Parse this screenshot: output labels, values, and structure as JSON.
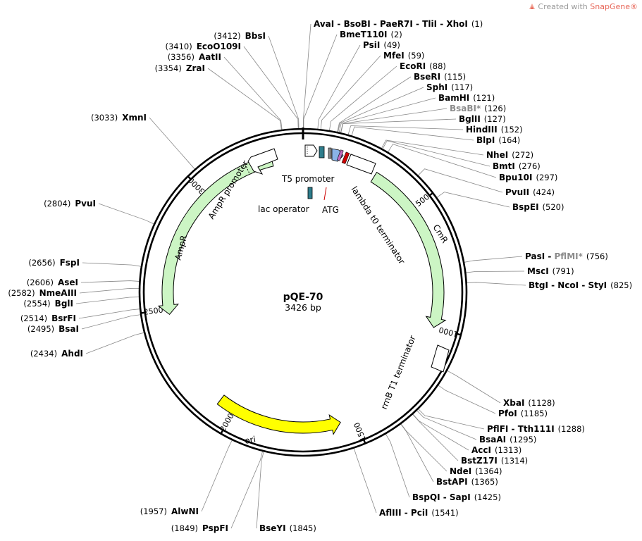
{
  "header": {
    "brand_prefix": "Created with",
    "brand_name": "SnapGene®"
  },
  "plasmid": {
    "name": "pQE-70",
    "length_label": "3426 bp",
    "length": 3426
  },
  "backbone_ticks": [
    {
      "pos": 500,
      "label": "500"
    },
    {
      "pos": 1000,
      "label": "1000"
    },
    {
      "pos": 1500,
      "label": "1500"
    },
    {
      "pos": 2000,
      "label": "2000"
    },
    {
      "pos": 2500,
      "label": "2500"
    },
    {
      "pos": 3000,
      "label": "3000"
    }
  ],
  "features": [
    {
      "id": "ampr",
      "label": "AmpR",
      "start": 3300,
      "end": 2480,
      "dir": -1,
      "color": "#ccf5c4"
    },
    {
      "id": "cmr",
      "label": "CmR",
      "start": 300,
      "end": 1000,
      "dir": 1,
      "color": "#ccf5c4"
    },
    {
      "id": "ori",
      "label": "ori",
      "start": 2070,
      "end": 1560,
      "dir": -1,
      "color": "#ffff00"
    }
  ],
  "feature_labels": [
    {
      "id": "ampr-promoter",
      "label": "AmpR promoter"
    },
    {
      "id": "t5-promoter",
      "label": "T5 promoter"
    },
    {
      "id": "lac-operator",
      "label": "lac operator"
    },
    {
      "id": "atg",
      "label": "ATG"
    },
    {
      "id": "lambda-t0",
      "label": "lambda t0 terminator"
    },
    {
      "id": "rrnb-t1",
      "label": "rrnB T1 terminator"
    }
  ],
  "sites": [
    {
      "name": "AvaI - BsoBI - PaeR7I - TliI - XhoI",
      "pos_label": "(1)",
      "pos": 1,
      "side": "right"
    },
    {
      "name": "BmeT110I",
      "pos_label": "(2)",
      "pos": 2,
      "side": "right"
    },
    {
      "name": "PsiI",
      "pos_label": "(49)",
      "pos": 49,
      "side": "right"
    },
    {
      "name": "MfeI",
      "pos_label": "(59)",
      "pos": 59,
      "side": "right"
    },
    {
      "name": "EcoRI",
      "pos_label": "(88)",
      "pos": 88,
      "side": "right"
    },
    {
      "name": "BseRI",
      "pos_label": "(115)",
      "pos": 115,
      "side": "right"
    },
    {
      "name": "SphI",
      "pos_label": "(117)",
      "pos": 117,
      "side": "right"
    },
    {
      "name": "BamHI",
      "pos_label": "(121)",
      "pos": 121,
      "side": "right"
    },
    {
      "name": "BsaBI*",
      "pos_label": "(126)",
      "pos": 126,
      "side": "right",
      "dim": true
    },
    {
      "name": "BglII",
      "pos_label": "(127)",
      "pos": 127,
      "side": "right"
    },
    {
      "name": "HindIII",
      "pos_label": "(152)",
      "pos": 152,
      "side": "right"
    },
    {
      "name": "BlpI",
      "pos_label": "(164)",
      "pos": 164,
      "side": "right"
    },
    {
      "name": "NheI",
      "pos_label": "(272)",
      "pos": 272,
      "side": "right"
    },
    {
      "name": "BmtI",
      "pos_label": "(276)",
      "pos": 276,
      "side": "right"
    },
    {
      "name": "Bpu10I",
      "pos_label": "(297)",
      "pos": 297,
      "side": "right"
    },
    {
      "name": "PvuII",
      "pos_label": "(424)",
      "pos": 424,
      "side": "right"
    },
    {
      "name": "BspEI",
      "pos_label": "(520)",
      "pos": 520,
      "side": "right"
    },
    {
      "name": "PasI - ",
      "name2": "PflMI*",
      "pos_label": "(756)",
      "pos": 756,
      "side": "right"
    },
    {
      "name": "MscI",
      "pos_label": "(791)",
      "pos": 791,
      "side": "right"
    },
    {
      "name": "BtgI - NcoI - StyI",
      "pos_label": "(825)",
      "pos": 825,
      "side": "right"
    },
    {
      "name": "XbaI",
      "pos_label": "(1128)",
      "pos": 1128,
      "side": "right"
    },
    {
      "name": "PfoI",
      "pos_label": "(1185)",
      "pos": 1185,
      "side": "right"
    },
    {
      "name": "PflFI - Tth111I",
      "pos_label": "(1288)",
      "pos": 1288,
      "side": "right"
    },
    {
      "name": "BsaAI",
      "pos_label": "(1295)",
      "pos": 1295,
      "side": "right"
    },
    {
      "name": "AccI",
      "pos_label": "(1313)",
      "pos": 1313,
      "side": "right"
    },
    {
      "name": "BstZ17I",
      "pos_label": "(1314)",
      "pos": 1314,
      "side": "right"
    },
    {
      "name": "NdeI",
      "pos_label": "(1364)",
      "pos": 1364,
      "side": "right"
    },
    {
      "name": "BstAPI",
      "pos_label": "(1365)",
      "pos": 1365,
      "side": "right"
    },
    {
      "name": "BspQI - SapI",
      "pos_label": "(1425)",
      "pos": 1425,
      "side": "right"
    },
    {
      "name": "AflIII - PciI",
      "pos_label": "(1541)",
      "pos": 1541,
      "side": "right"
    },
    {
      "name": "BseYI",
      "pos_label": "(1845)",
      "pos": 1845,
      "side": "right"
    },
    {
      "name": "PspFI",
      "pos_label": "(1849)",
      "pos": 1849,
      "side": "left"
    },
    {
      "name": "AlwNI",
      "pos_label": "(1957)",
      "pos": 1957,
      "side": "left"
    },
    {
      "name": "AhdI",
      "pos_label": "(2434)",
      "pos": 2434,
      "side": "left"
    },
    {
      "name": "BsaI",
      "pos_label": "(2495)",
      "pos": 2495,
      "side": "left"
    },
    {
      "name": "BsrFI",
      "pos_label": "(2514)",
      "pos": 2514,
      "side": "left"
    },
    {
      "name": "BglI",
      "pos_label": "(2554)",
      "pos": 2554,
      "side": "left"
    },
    {
      "name": "NmeAIII",
      "pos_label": "(2582)",
      "pos": 2582,
      "side": "left"
    },
    {
      "name": "AseI",
      "pos_label": "(2606)",
      "pos": 2606,
      "side": "left"
    },
    {
      "name": "FspI",
      "pos_label": "(2656)",
      "pos": 2656,
      "side": "left"
    },
    {
      "name": "PvuI",
      "pos_label": "(2804)",
      "pos": 2804,
      "side": "left"
    },
    {
      "name": "XmnI",
      "pos_label": "(3033)",
      "pos": 3033,
      "side": "left"
    },
    {
      "name": "ZraI",
      "pos_label": "(3354)",
      "pos": 3354,
      "side": "left"
    },
    {
      "name": "AatII",
      "pos_label": "(3356)",
      "pos": 3356,
      "side": "left"
    },
    {
      "name": "EcoO109I",
      "pos_label": "(3410)",
      "pos": 3410,
      "side": "left"
    },
    {
      "name": "BbsI",
      "pos_label": "(3412)",
      "pos": 3412,
      "side": "left"
    }
  ]
}
